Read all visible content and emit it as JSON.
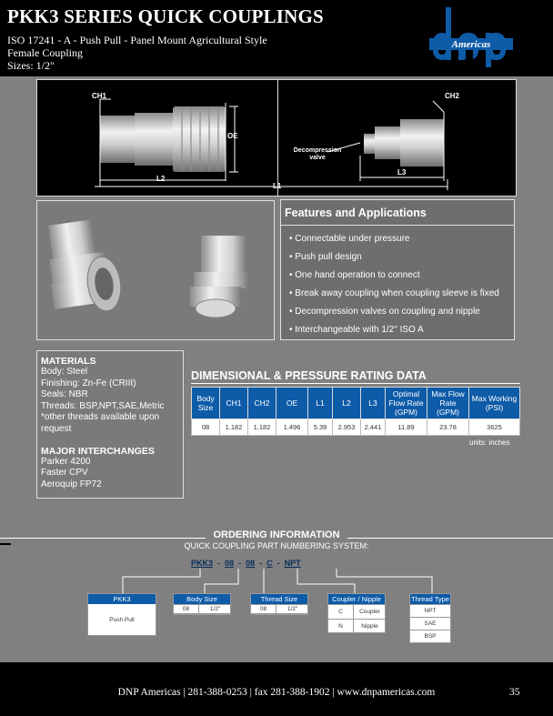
{
  "header": {
    "title": "PKK3 SERIES QUICK COUPLINGS",
    "subtitle_lines": [
      "ISO 17241 - A - Push Pull - Panel Mount Agricultural Style",
      "Female Coupling",
      "Sizes: 1/2\""
    ],
    "logo_text": "Americas",
    "logo_letters": "dnp",
    "brand_color": "#0e5ba8"
  },
  "diagram": {
    "labels": {
      "ch1": "CH1",
      "ch2": "CH2",
      "oe": "OE",
      "l2": "L2",
      "l1": "L1",
      "l3": "L3",
      "decomp": "Decompression valve"
    }
  },
  "features": {
    "title": "Features and Applications",
    "items": [
      "• Connectable under pressure",
      "• Push pull design",
      "• One hand operation to connect",
      "• Break away coupling when coupling sleeve is fixed",
      "• Decompression valves on coupling and nipple",
      "• Interchangeable with 1/2\" ISO A"
    ]
  },
  "materials": {
    "title": "MATERIALS",
    "lines": [
      "Body: Steel",
      "Finishing: Zn-Fe (CRIII)",
      "Seals: NBR",
      "Threads: BSP,NPT,SAE,Metric",
      "*other threads available upon request"
    ],
    "interchanges_title": "MAJOR INTERCHANGES",
    "interchanges": [
      "Parker 4200",
      "Faster CPV",
      "Aeroquip FP72"
    ]
  },
  "dimensional": {
    "title": "DIMENSIONAL & PRESSURE RATING DATA",
    "headers": [
      "Body Size",
      "CH1",
      "CH2",
      "OE",
      "L1",
      "L2",
      "L3",
      "Optimal Flow Rate (GPM)",
      "Max Flow Rate (GPM)",
      "Max Working (PSI)"
    ],
    "row": [
      "08",
      "1.182",
      "1.182",
      "1.496",
      "5.39",
      "2.953",
      "2.441",
      "11.89",
      "23.78",
      "3625"
    ],
    "units": "units: inches"
  },
  "ordering": {
    "title": "ORDERING INFORMATION",
    "subtitle": "QUICK COUPLING PART NUMBERING SYSTEM:",
    "part_segments": [
      "PKK3",
      "-",
      "08",
      "-",
      "08",
      "-",
      "C",
      "-",
      "NPT"
    ],
    "pkk3": {
      "head": "PKK3",
      "body": "Push Pull"
    },
    "body_size": {
      "head": "Body Size",
      "cells": [
        "08",
        "1/2\""
      ]
    },
    "thread_size": {
      "head": "Thread Size",
      "cells": [
        "08",
        "1/2\""
      ]
    },
    "coupler": {
      "head": "Coupler / Nipple",
      "rows": [
        [
          "C",
          "Coupler"
        ],
        [
          "N",
          "Nipple"
        ]
      ]
    },
    "thread_type": {
      "head": "Thread Type",
      "rows": [
        "NPT",
        "SAE",
        "BSP"
      ]
    }
  },
  "footer": {
    "text": "DNP Americas | 281-388-0253 | fax 281-388-1902 | www.dnpamericas.com",
    "page": "35"
  }
}
